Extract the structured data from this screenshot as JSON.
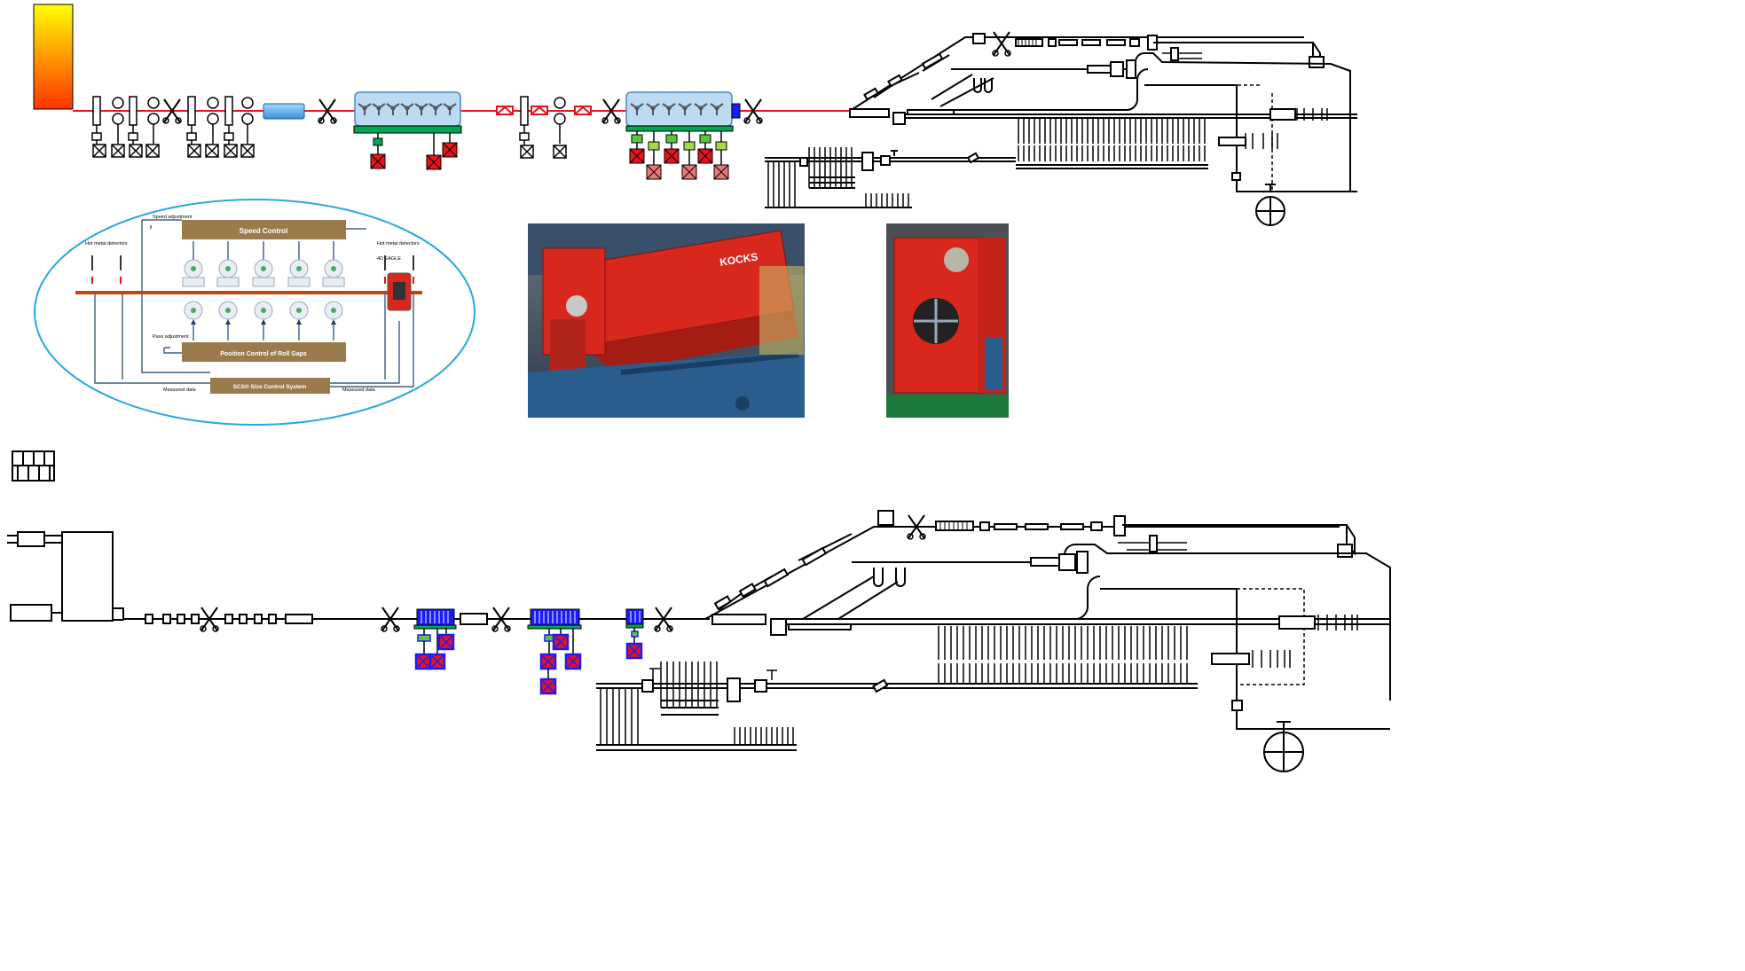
{
  "colors": {
    "rolling_line": "#e8141b",
    "line": "#000000",
    "furnace_top": "#ffff00",
    "furnace_bottom": "#ff3300",
    "block_stand": "#5b9bd5",
    "block_stand_blue": "#1a1aff",
    "base_green": "#00a651",
    "motor_red": "#e8141b",
    "motor_pink": "#ee7777",
    "gear_green": "#57c83c",
    "gear_lime": "#a6d64a",
    "scs_ellipse": "#2aa7df",
    "brown_box": "#9b7b4c",
    "photo_red": "#d8281e",
    "photo_blue": "#2a5c8e"
  },
  "scs_diagram": {
    "speed_adjustment": "Speed adjustment",
    "hot_metal_left": "Hot metal detectors",
    "hot_metal_right": "Hot metal detectors",
    "speed_control": "Speed Control",
    "eagle": "4D EAGLE",
    "pass_adjustment": "Pass adjustment",
    "position_control": "Position Control of Roll Gaps",
    "measured_left": "Measured data",
    "measured_right": "Measured data",
    "scs": "SCS® Size Control System"
  },
  "photos": {
    "mill_brand": "KOCKS"
  },
  "icons": {
    "furnace": "reheating-furnace-icon",
    "shear": "shear-icon",
    "block": "reducing-sizing-block-icon",
    "cooling_bed": "cooling-bed-icon",
    "coiler": "coiler-icon"
  }
}
